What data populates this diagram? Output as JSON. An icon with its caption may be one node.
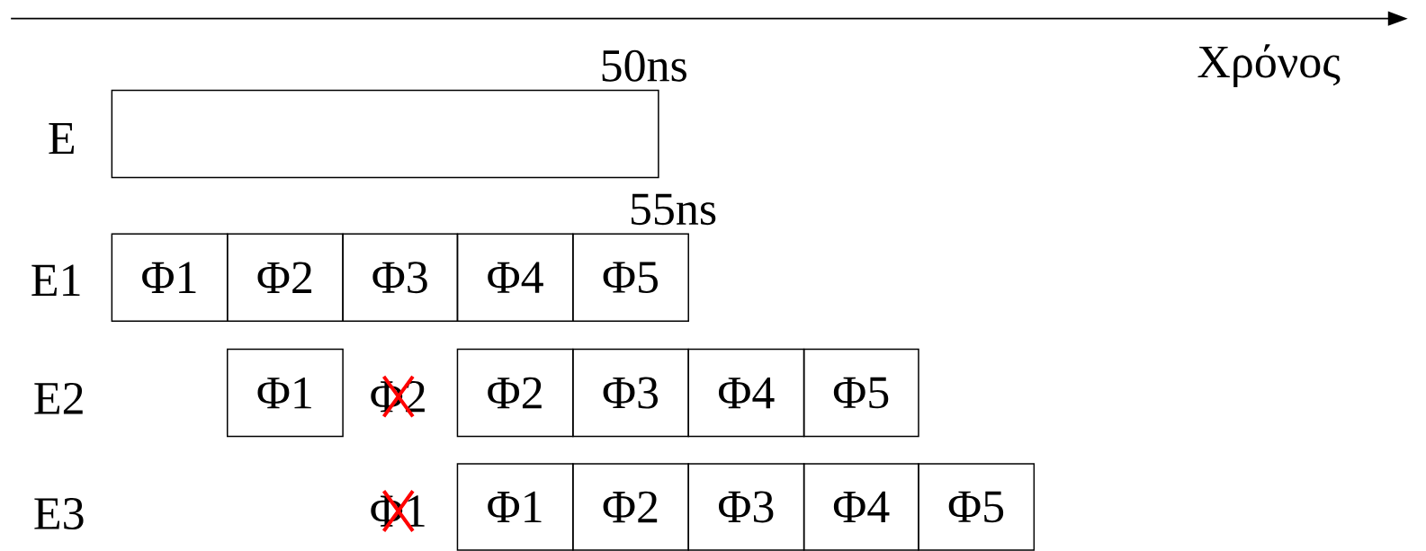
{
  "diagram": {
    "nodes": [
      {
        "text": [],
        "shape": "box"
      },
      {
        "text": [
          "Φ1"
        ]
      },
      {
        "text": [
          "Φ2"
        ]
      },
      {
        "text": [
          "Φ3"
        ]
      },
      {
        "text": [
          "Φ4"
        ]
      },
      {
        "text": [
          "Φ5"
        ]
      },
      {
        "text": [
          "Φ1"
        ]
      },
      {
        "text": [
          "Φ2"
        ]
      },
      {
        "text": [
          "Φ3"
        ]
      },
      {
        "text": [
          "Φ4"
        ]
      },
      {
        "text": [
          "Φ5"
        ]
      },
      {
        "text": [
          "Φ1"
        ]
      },
      {
        "text": [
          "Φ2"
        ]
      },
      {
        "text": [
          "Φ3"
        ]
      },
      {
        "text": [
          "Φ4"
        ]
      },
      {
        "text": [
          "Φ5"
        ]
      }
    ],
    "labels": [
      "50ns",
      "Χρόνος",
      "E",
      "55ns",
      "E1",
      "E2",
      "Φ2",
      "E3",
      "Φ1"
    ]
  }
}
